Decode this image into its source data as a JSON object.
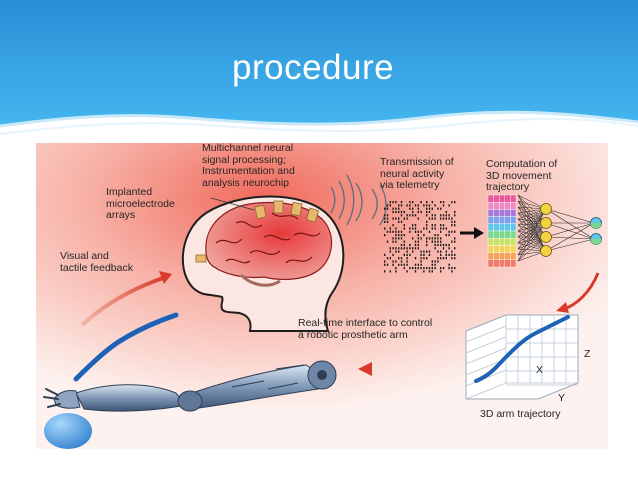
{
  "slide": {
    "title": "procedure",
    "colors": {
      "header_top": "#2b93d8",
      "header_bottom": "#3db0ec",
      "accent_red": "#d8392b",
      "trajectory_blue": "#1e62b7",
      "grid": "#a7b7c8"
    }
  },
  "figure": {
    "labels": {
      "neurochip": "Multichannel neural\nsignal processing;\nInstrumentation and\nanalysis neurochip",
      "electrodes": "Implanted\nmicroelectrode\narrays",
      "feedback": "Visual and\ntactile feedback",
      "telemetry": "Transmission of\nneural activity\nvia telemetry",
      "computation": "Computation of\n3D movement\ntrajectory",
      "interface": "Real-time interface to control\na robotic prosthetic arm",
      "trajectory_caption": "3D arm trajectory",
      "axis_z": "Z",
      "axis_x": "X",
      "axis_y": "Y"
    },
    "icons": [
      "brain-icon",
      "head-silhouette-icon",
      "spike-raster-icon",
      "neural-network-icon",
      "3d-plot-icon",
      "robotic-arm-icon",
      "ball-icon"
    ]
  }
}
